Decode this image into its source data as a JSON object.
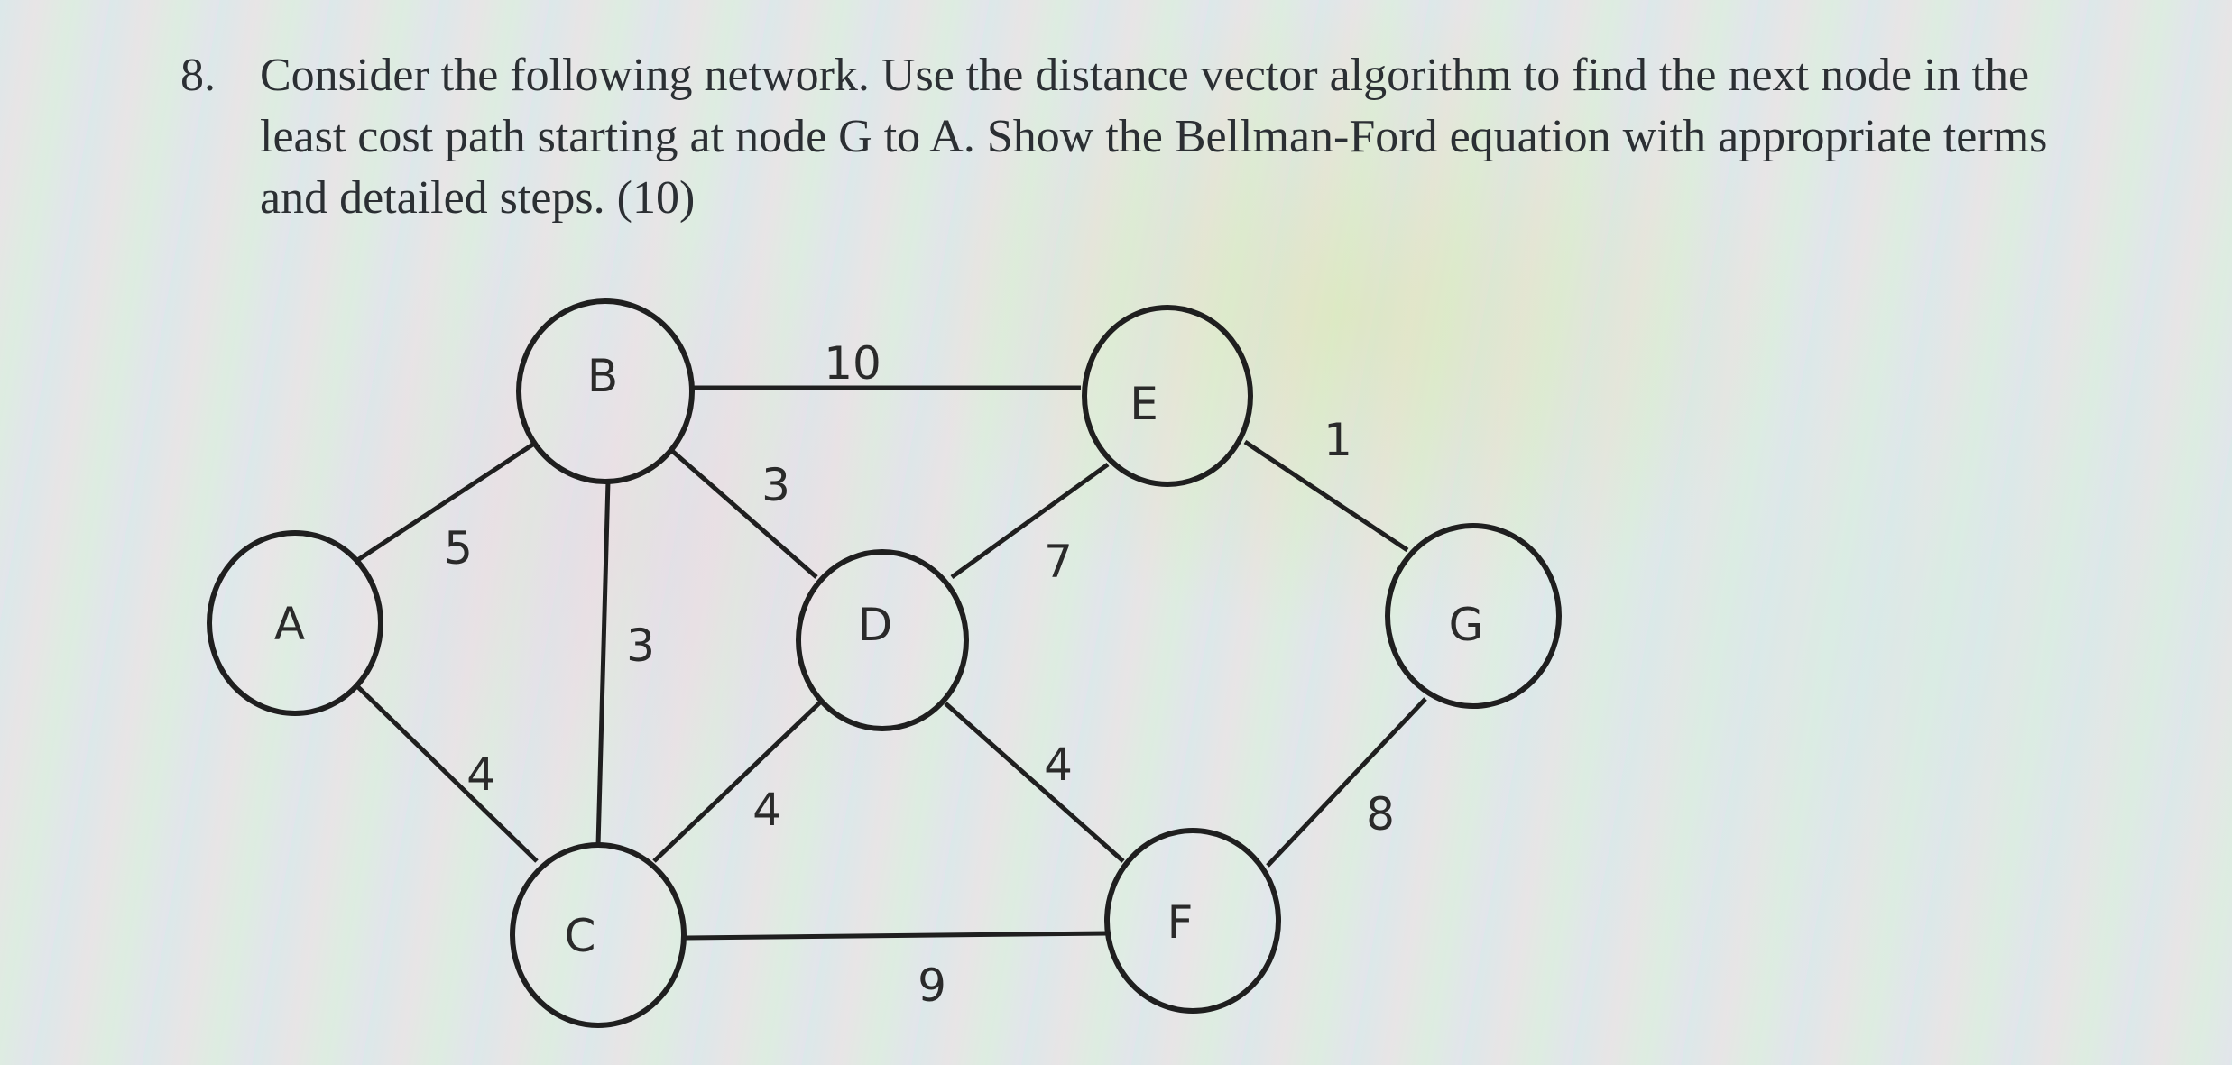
{
  "question": {
    "number": "8.",
    "text": "Consider the following network. Use the distance vector algorithm to find the next node in the least cost path starting at node G to A. Show the Bellman-Ford equation with appropriate terms and detailed steps. (10)"
  },
  "network": {
    "nodes": [
      {
        "id": "A",
        "label": "A"
      },
      {
        "id": "B",
        "label": "B"
      },
      {
        "id": "C",
        "label": "C"
      },
      {
        "id": "D",
        "label": "D"
      },
      {
        "id": "E",
        "label": "E"
      },
      {
        "id": "F",
        "label": "F"
      },
      {
        "id": "G",
        "label": "G"
      }
    ],
    "edges": [
      {
        "from": "A",
        "to": "B",
        "cost": "5"
      },
      {
        "from": "A",
        "to": "C",
        "cost": "4"
      },
      {
        "from": "B",
        "to": "E",
        "cost": "10"
      },
      {
        "from": "B",
        "to": "D",
        "cost": "3"
      },
      {
        "from": "B",
        "to": "C",
        "cost": "3"
      },
      {
        "from": "D",
        "to": "E",
        "cost": "7"
      },
      {
        "from": "C",
        "to": "D",
        "cost": "4"
      },
      {
        "from": "D",
        "to": "F",
        "cost": "4"
      },
      {
        "from": "C",
        "to": "F",
        "cost": "9"
      },
      {
        "from": "E",
        "to": "G",
        "cost": "1"
      },
      {
        "from": "F",
        "to": "G",
        "cost": "8"
      }
    ]
  }
}
